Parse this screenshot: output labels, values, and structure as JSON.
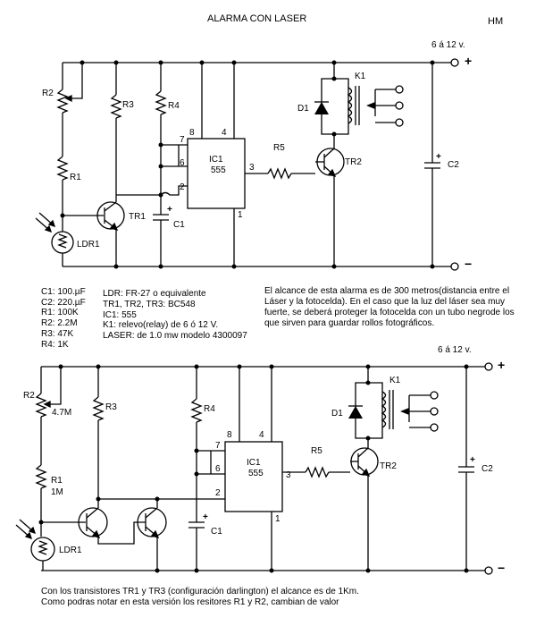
{
  "header": {
    "title": "ALARMA CON LASER",
    "initials": "HM"
  },
  "supply": {
    "label": "6 á 12 v.",
    "plus": "+",
    "minus": "−"
  },
  "parts": {
    "r1": "R1",
    "r2": "R2",
    "r3": "R3",
    "r4": "R4",
    "r5": "R5",
    "c1": "C1",
    "c2": "C2",
    "d1": "D1",
    "k1": "K1",
    "tr1": "TR1",
    "tr2": "TR2",
    "ldr1": "LDR1",
    "ic": "IC1",
    "ic_type": "555",
    "pin2": "2",
    "pin3": "3",
    "pin4": "4",
    "pin6": "6",
    "pin7": "7",
    "pin8": "8",
    "pin1": "1",
    "r2_value": "4.7M",
    "r1_value": "1M"
  },
  "bom_left": [
    "C1: 100.µF",
    "C2: 220.µF",
    "R1: 100K",
    "R2: 2.2M",
    "R3: 47K",
    "R4: 1K"
  ],
  "bom_right": [
    "LDR: FR-27 o equivalente",
    "TR1, TR2, TR3: BC548",
    "IC1: 555",
    "K1: relevo(relay) de 6 ó 12 V.",
    "LASER:  de 1.0 mw modelo 4300097"
  ],
  "description": "El alcance de esta alarma es de 300 metros(distancia entre el Láser y la fotocelda). En el caso que la luz del láser sea muy fuerte, se deberá proteger la fotocelda con un tubo negrode los que sirven para guardar rollos fotográficos.",
  "footer": [
    "Con los transistores TR1 y TR3 (configuración darlington) el alcance es de 1Km.",
    "Como podras notar en esta versión  los resitores R1 y R2, cambian de valor"
  ]
}
